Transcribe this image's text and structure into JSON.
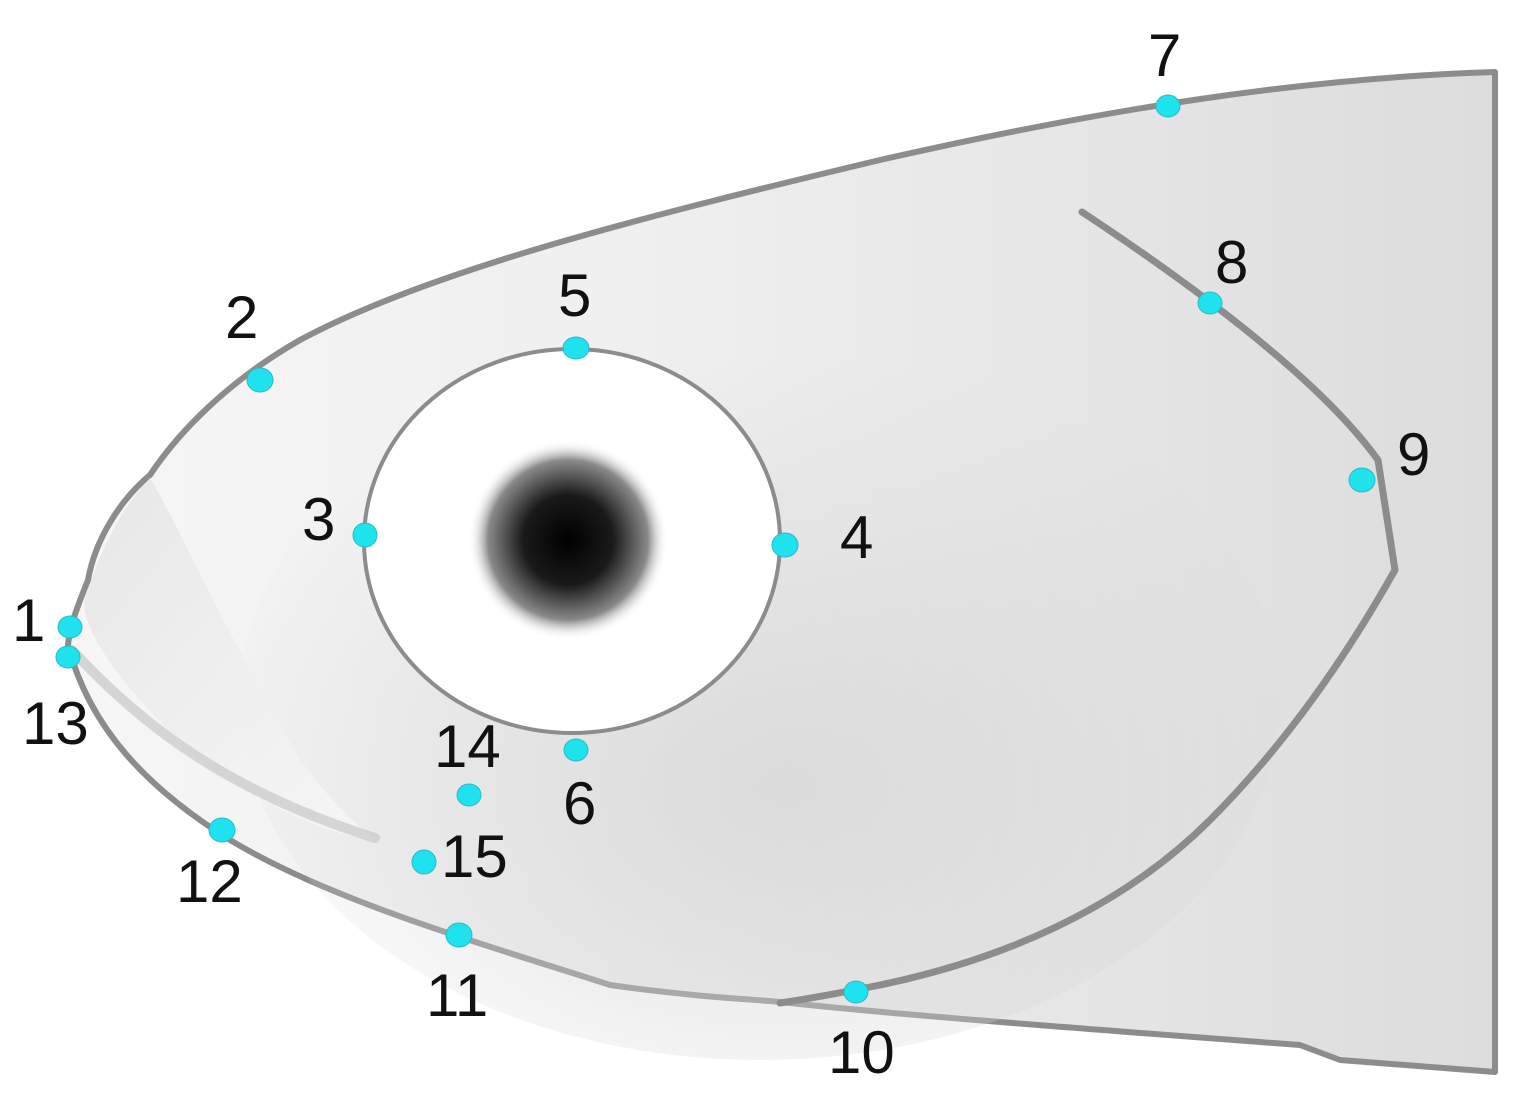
{
  "diagram": {
    "subject": "fish head lateral view",
    "colors": {
      "landmark": "#1ee3ee",
      "landmark_stroke": "#2bb9c6",
      "outline": "#8c8c8c",
      "body_light": "#f3f3f3",
      "body_dark": "#d9d9d9",
      "eye_white": "#ffffff",
      "pupil": "#000000",
      "label": "#111111"
    },
    "landmarks": [
      {
        "id": "1",
        "label": "1"
      },
      {
        "id": "2",
        "label": "2"
      },
      {
        "id": "3",
        "label": "3"
      },
      {
        "id": "4",
        "label": "4"
      },
      {
        "id": "5",
        "label": "5"
      },
      {
        "id": "6",
        "label": "6"
      },
      {
        "id": "7",
        "label": "7"
      },
      {
        "id": "8",
        "label": "8"
      },
      {
        "id": "9",
        "label": "9"
      },
      {
        "id": "10",
        "label": "10"
      },
      {
        "id": "11",
        "label": "11"
      },
      {
        "id": "12",
        "label": "12"
      },
      {
        "id": "13",
        "label": "13"
      },
      {
        "id": "14",
        "label": "14"
      },
      {
        "id": "15",
        "label": "15"
      }
    ]
  }
}
